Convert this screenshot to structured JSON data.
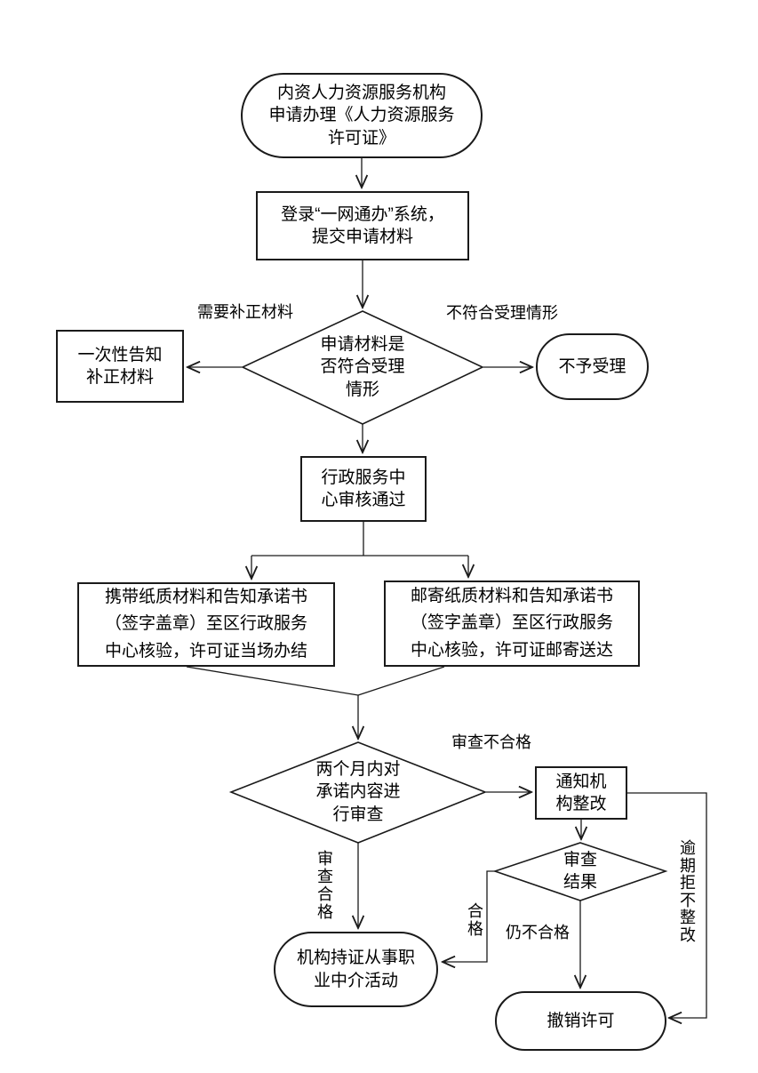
{
  "diagram": {
    "background": "#ffffff",
    "line_color": "#1a1a1a",
    "text_color": "#000000",
    "nodes": {
      "start": {
        "shape": "stadium",
        "lines": [
          "内资人力资源服务机构",
          "申请办理《人力资源服务",
          "许可证》"
        ]
      },
      "submit": {
        "shape": "rect",
        "lines": [
          "登录“一网通办”系统，",
          "提交申请材料"
        ]
      },
      "decision_accept": {
        "shape": "diamond",
        "lines": [
          "申请材料是",
          "否符合受理",
          "情形"
        ]
      },
      "notify_correction": {
        "shape": "rect",
        "lines": [
          "一次性告知",
          "补正材料"
        ]
      },
      "reject": {
        "shape": "stadium",
        "lines": [
          "不予受理"
        ]
      },
      "center_approve": {
        "shape": "rect",
        "lines": [
          "行政服务中",
          "心审核通过"
        ]
      },
      "bring_materials": {
        "shape": "rect",
        "lines": [
          "携带纸质材料和告知承诺书",
          "（签字盖章）至区行政服务",
          "中心核验，许可证当场办结"
        ]
      },
      "mail_materials": {
        "shape": "rect",
        "lines": [
          "邮寄纸质材料和告知承诺书",
          "（签字盖章）至区行政服务",
          "中心核验，许可证邮寄送达"
        ]
      },
      "decision_review": {
        "shape": "diamond",
        "lines": [
          "两个月内对",
          "承诺内容进",
          "行审查"
        ]
      },
      "notify_rectify": {
        "shape": "rect",
        "lines": [
          "通知机",
          "构整改"
        ]
      },
      "decision_result": {
        "shape": "diamond",
        "lines": [
          "审查",
          "结果"
        ]
      },
      "licensed": {
        "shape": "stadium",
        "lines": [
          "机构持证从事职",
          "业中介活动"
        ]
      },
      "revoke": {
        "shape": "stadium",
        "lines": [
          "撤销许可"
        ]
      }
    },
    "edge_labels": {
      "need_correction": "需要补正材料",
      "not_eligible": "不符合受理情形",
      "review_fail": "审查不合格",
      "review_pass": "审查合格",
      "pass": "合格",
      "still_fail": "仍不合格",
      "overdue_refuse": "逾期拒不整改"
    }
  }
}
